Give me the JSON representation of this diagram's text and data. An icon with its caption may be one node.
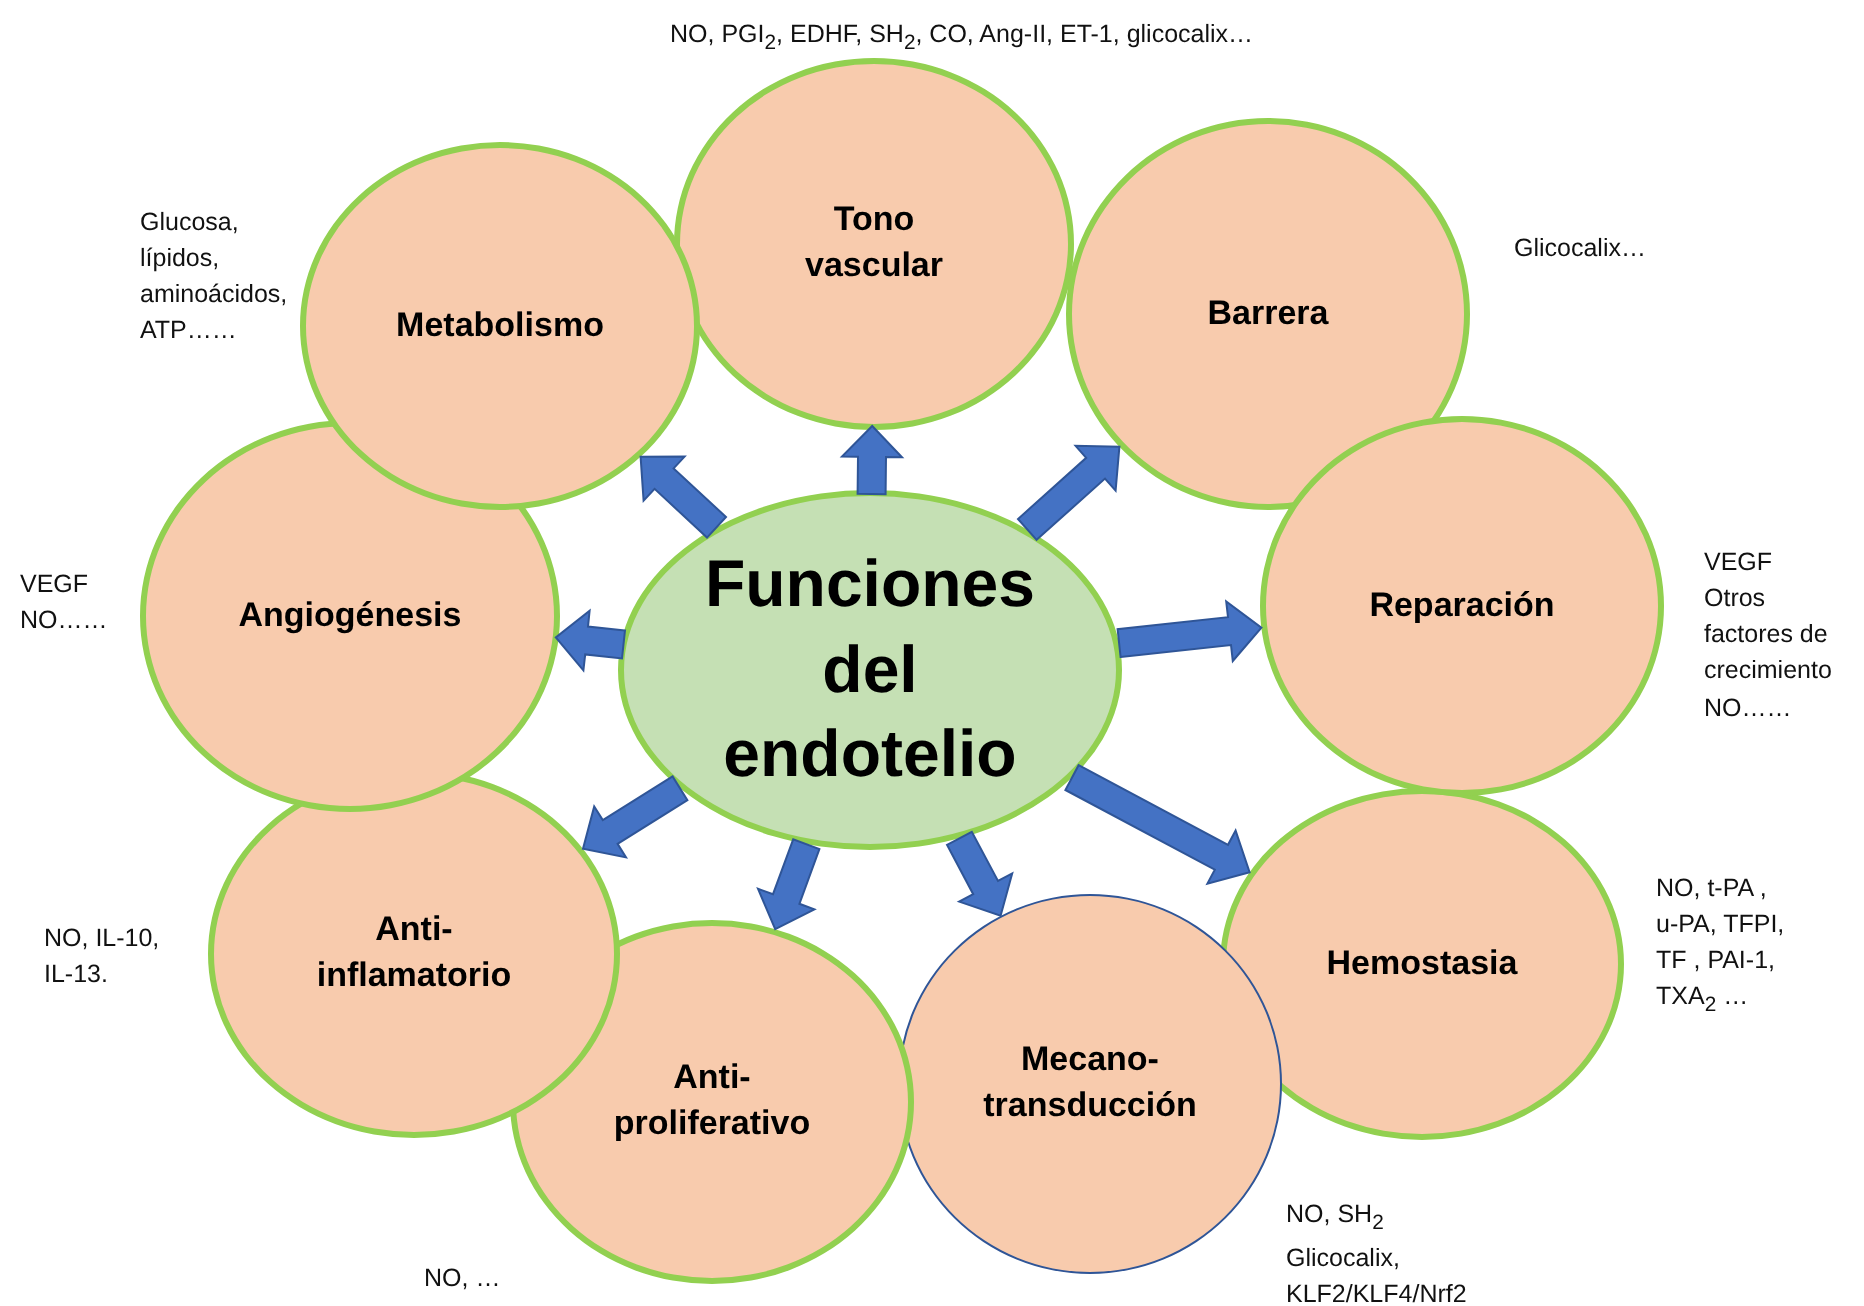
{
  "diagram": {
    "nodes": [
      {
        "text": [
          "Funciones del endotelio"
        ]
      },
      {
        "text": [
          "Tono vascular"
        ],
        "beside": [
          "NO, PGI$_{2}$, EDHF, SH$_{2}$, CO, Ang-II, ET-1, glicocalix…"
        ]
      },
      {
        "text": [
          "Barrera"
        ],
        "beside": [
          "Glicocalix…"
        ]
      },
      {
        "text": [
          "Reparación"
        ],
        "beside": [
          "VEGF",
          "Otros factores de crecimiento",
          "NO……"
        ]
      },
      {
        "text": [
          "Hemostasia"
        ],
        "beside": [
          "NO, t-PA ,",
          "u-PA, TFPI,",
          "TF , PAI-1,",
          "TXA$_{2}$ …"
        ]
      },
      {
        "text": [
          "Mecano-transducción"
        ],
        "beside": [
          "NO, SH$_{2}$",
          "Glicocalix,",
          "KLF2/KLF4/Nrf2"
        ]
      },
      {
        "text": [
          "Anti-proliferativo"
        ],
        "beside": [
          "NO, …"
        ]
      },
      {
        "text": [
          "Anti-inflamatorio"
        ],
        "beside": [
          "NO, IL-10,",
          "IL-13."
        ]
      },
      {
        "text": [
          "Angiogénesis"
        ],
        "beside": [
          "VEGF",
          "NO……"
        ]
      },
      {
        "text": [
          "Metabolismo"
        ],
        "beside": [
          "Glucosa,",
          "lípidos,",
          "aminoácidos,",
          "ATP……"
        ]
      }
    ],
    "edges": [
      {
        "from": 0,
        "to": 1,
        "arrow": "to",
        "style": "thick"
      },
      {
        "from": 0,
        "to": 2,
        "arrow": "to",
        "style": "thick"
      },
      {
        "from": 0,
        "to": 3,
        "arrow": "to",
        "style": "thick"
      },
      {
        "from": 0,
        "to": 4,
        "arrow": "to",
        "style": "thick"
      },
      {
        "from": 0,
        "to": 5,
        "arrow": "to",
        "style": "thick"
      },
      {
        "from": 0,
        "to": 6,
        "arrow": "to",
        "style": "thick"
      },
      {
        "from": 0,
        "to": 7,
        "arrow": "to",
        "style": "thick"
      },
      {
        "from": 0,
        "to": 8,
        "arrow": "to",
        "style": "thick"
      },
      {
        "from": 0,
        "to": 9,
        "arrow": "to",
        "style": "thick"
      }
    ]
  }
}
